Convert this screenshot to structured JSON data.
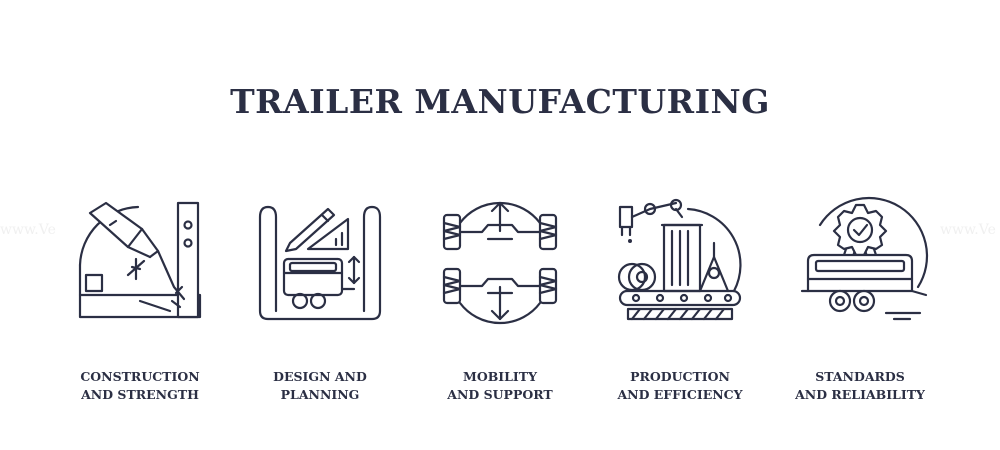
{
  "title": "TRAILER MANUFACTURING",
  "items": [
    {
      "icon": "welding-torch-icon",
      "line1": "CONSTRUCTION",
      "line2": "AND STRENGTH"
    },
    {
      "icon": "blueprint-trailer-icon",
      "line1": "DESIGN AND",
      "line2": "PLANNING"
    },
    {
      "icon": "axle-wheels-icon",
      "line1": "MOBILITY",
      "line2": "AND SUPPORT"
    },
    {
      "icon": "production-line-icon",
      "line1": "PRODUCTION",
      "line2": "AND EFFICIENCY"
    },
    {
      "icon": "certified-trailer-icon",
      "line1": "STANDARDS",
      "line2": "AND RELIABILITY"
    }
  ],
  "colors": {
    "ink": "#2b2f44",
    "background": "#ffffff"
  }
}
